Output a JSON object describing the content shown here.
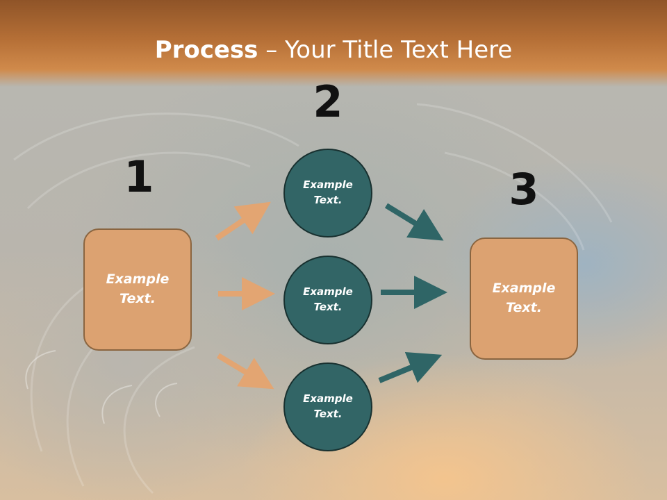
{
  "title": {
    "bold": "Process",
    "rest": " – Your Title Text Here"
  },
  "steps": [
    {
      "number": "1",
      "text_line1": "Example",
      "text_line2": "Text."
    },
    {
      "number": "2"
    },
    {
      "number": "3",
      "text_line1": "Example",
      "text_line2": "Text."
    }
  ],
  "circles": [
    {
      "text_line1": "Example",
      "text_line2": "Text."
    },
    {
      "text_line1": "Example",
      "text_line2": "Text."
    },
    {
      "text_line1": "Example",
      "text_line2": "Text."
    }
  ],
  "colors": {
    "box_fill": "#dca271",
    "circle_fill": "#326566",
    "orange_arrow": "#e3a572",
    "teal_arrow": "#2f6566",
    "header": "#b56f36"
  }
}
